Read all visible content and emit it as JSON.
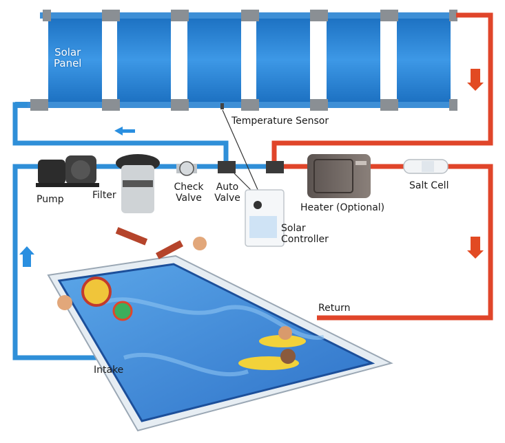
{
  "labels": {
    "solar_panel_1": "Solar",
    "solar_panel_2": "Panel",
    "temperature_sensor": "Temperature Sensor",
    "pump": "Pump",
    "filter": "Filter",
    "check_valve_1": "Check",
    "check_valve_2": "Valve",
    "auto_valve_1": "Auto",
    "auto_valve_2": "Valve",
    "heater": "Heater (Optional)",
    "salt_cell": "Salt Cell",
    "solar_controller_1": "Solar",
    "solar_controller_2": "Controller",
    "return": "Return",
    "intake": "Intake"
  },
  "colors": {
    "cold_pipe": "#2f8fd8",
    "hot_pipe": "#e0452a",
    "panel_blue": "#1f7fcf",
    "arrow_blue": "#2a8fe0",
    "arrow_red": "#e24a23",
    "pool_water": "#3b86d6",
    "pool_edge": "#1c4f9a"
  },
  "icons": [
    "flow-arrow-left-icon",
    "flow-arrow-down-icon",
    "flow-arrow-up-icon"
  ]
}
